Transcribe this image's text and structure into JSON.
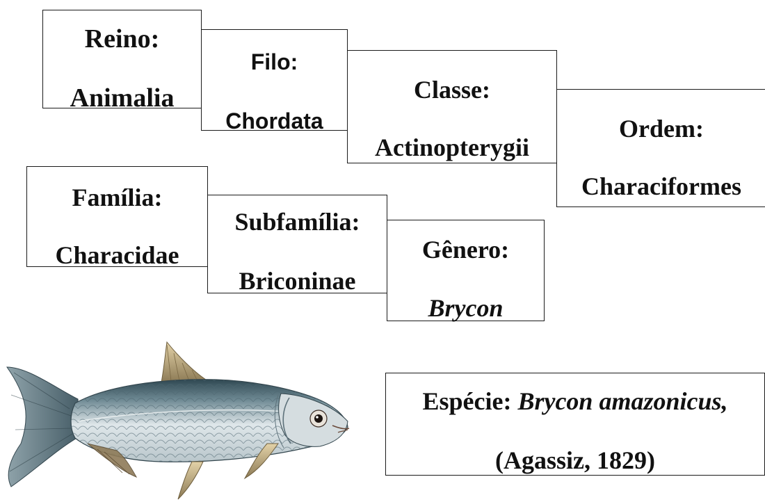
{
  "taxonomy": {
    "reino": {
      "label": "Reino:",
      "value": "Animalia"
    },
    "filo": {
      "label": "Filo:",
      "value": "Chordata"
    },
    "classe": {
      "label": "Classe:",
      "value": "Actinopterygii"
    },
    "ordem": {
      "label": "Ordem:",
      "value": "Characiformes"
    },
    "familia": {
      "label": "Família:",
      "value": "Characidae"
    },
    "subfamilia": {
      "label": "Subfamília:",
      "value": "Briconinae"
    },
    "genero": {
      "label": "Gênero:",
      "value": "Brycon"
    }
  },
  "species": {
    "label": "Espécie:",
    "name": "Brycon amazonicus,",
    "authority": "(Agassiz, 1829)"
  },
  "colors": {
    "border": "#1a1a1a",
    "text": "#111111",
    "fish_back": "#3f5a66",
    "fish_belly": "#e8eef0",
    "fin": "#c9b48a"
  }
}
